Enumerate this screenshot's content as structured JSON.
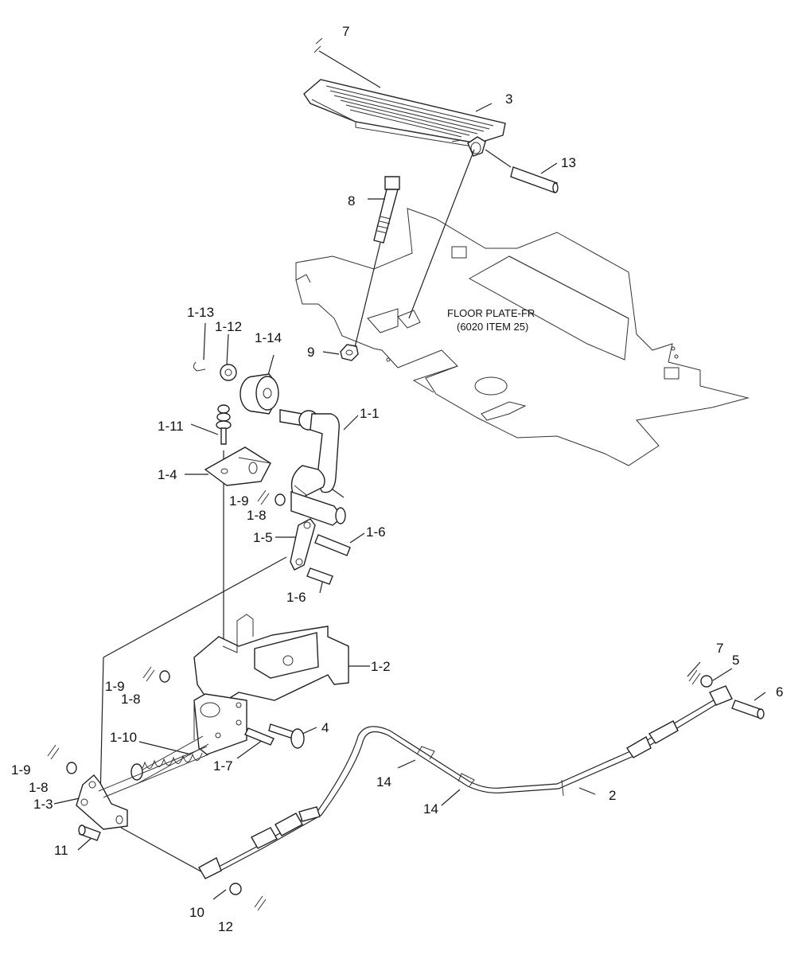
{
  "labels": {
    "l7a": "7",
    "l3": "3",
    "l13": "13",
    "l8": "8",
    "floor1": "FLOOR PLATE-FR",
    "floor2": "(6020 ITEM 25)",
    "l9": "9",
    "l1_13": "1-13",
    "l1_12": "1-12",
    "l1_14": "1-14",
    "l1_1": "1-1",
    "l1_11": "1-11",
    "l1_4": "1-4",
    "l1_9a": "1-9",
    "l1_8a": "1-8",
    "l1_5": "1-5",
    "l1_6a": "1-6",
    "l1_6b": "1-6",
    "l1_2": "1-2",
    "l1_9b": "1-9",
    "l1_8b": "1-8",
    "l4": "4",
    "l1_10": "1-10",
    "l1_7": "1-7",
    "l1_9c": "1-9",
    "l1_8c": "1-8",
    "l1_3": "1-3",
    "l11": "11",
    "l10": "10",
    "l12": "12",
    "l14a": "14",
    "l14b": "14",
    "l2": "2",
    "l7b": "7",
    "l5": "5",
    "l6": "6"
  }
}
